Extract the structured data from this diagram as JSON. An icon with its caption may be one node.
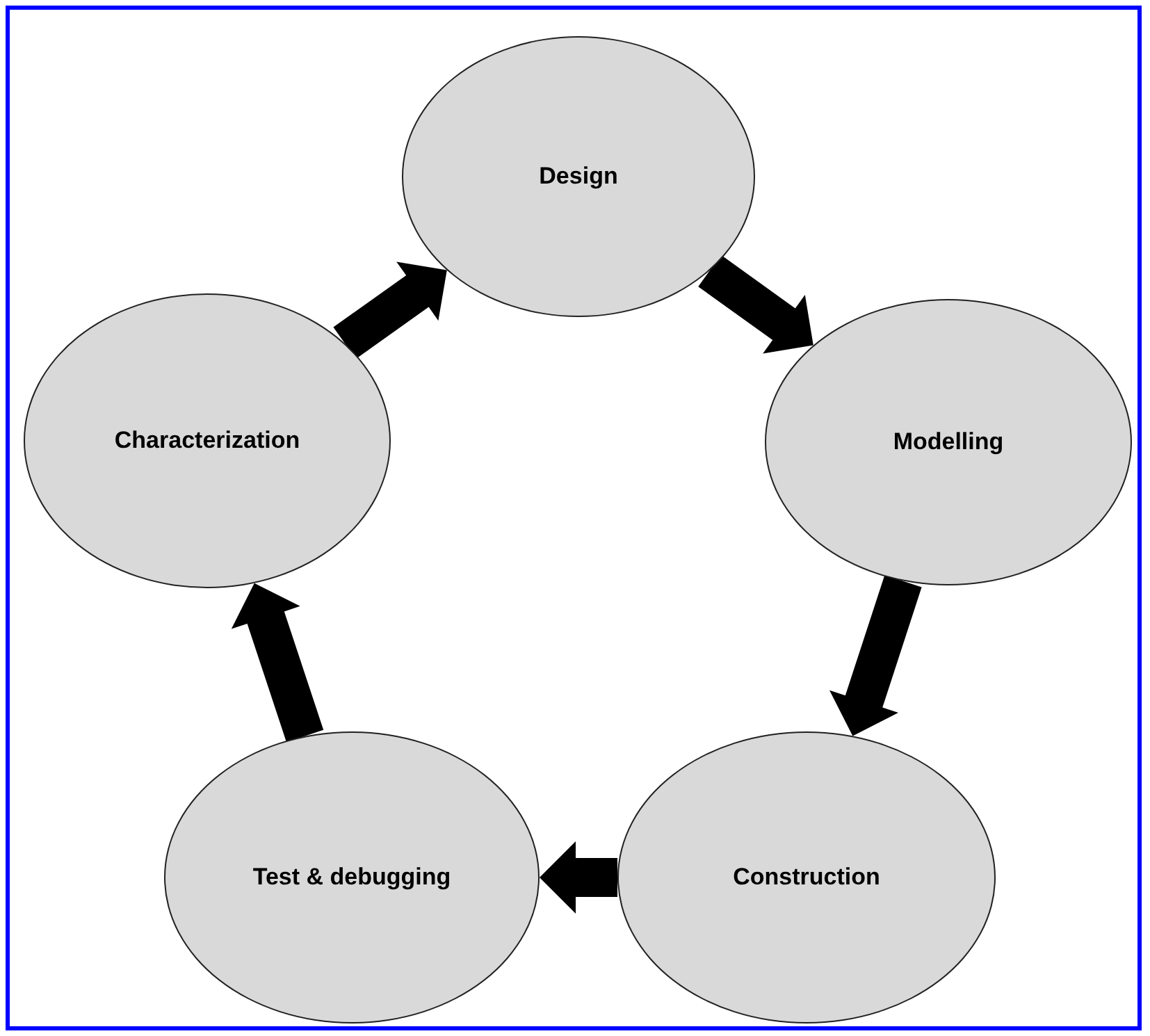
{
  "diagram": {
    "nodes": [
      {
        "text": [
          "Design"
        ]
      },
      {
        "text": [
          "Modelling"
        ]
      },
      {
        "text": [
          "Construction"
        ]
      },
      {
        "text": [
          "Test & debugging"
        ]
      },
      {
        "text": [
          "Characterization"
        ]
      }
    ],
    "edges": [
      {
        "from": 0,
        "to": 1,
        "arrow": "to"
      },
      {
        "from": 1,
        "to": 2,
        "arrow": "to"
      },
      {
        "from": 2,
        "to": 3,
        "arrow": "to"
      },
      {
        "from": 3,
        "to": 4,
        "arrow": "to"
      },
      {
        "from": 4,
        "to": 0,
        "arrow": "to"
      }
    ]
  }
}
